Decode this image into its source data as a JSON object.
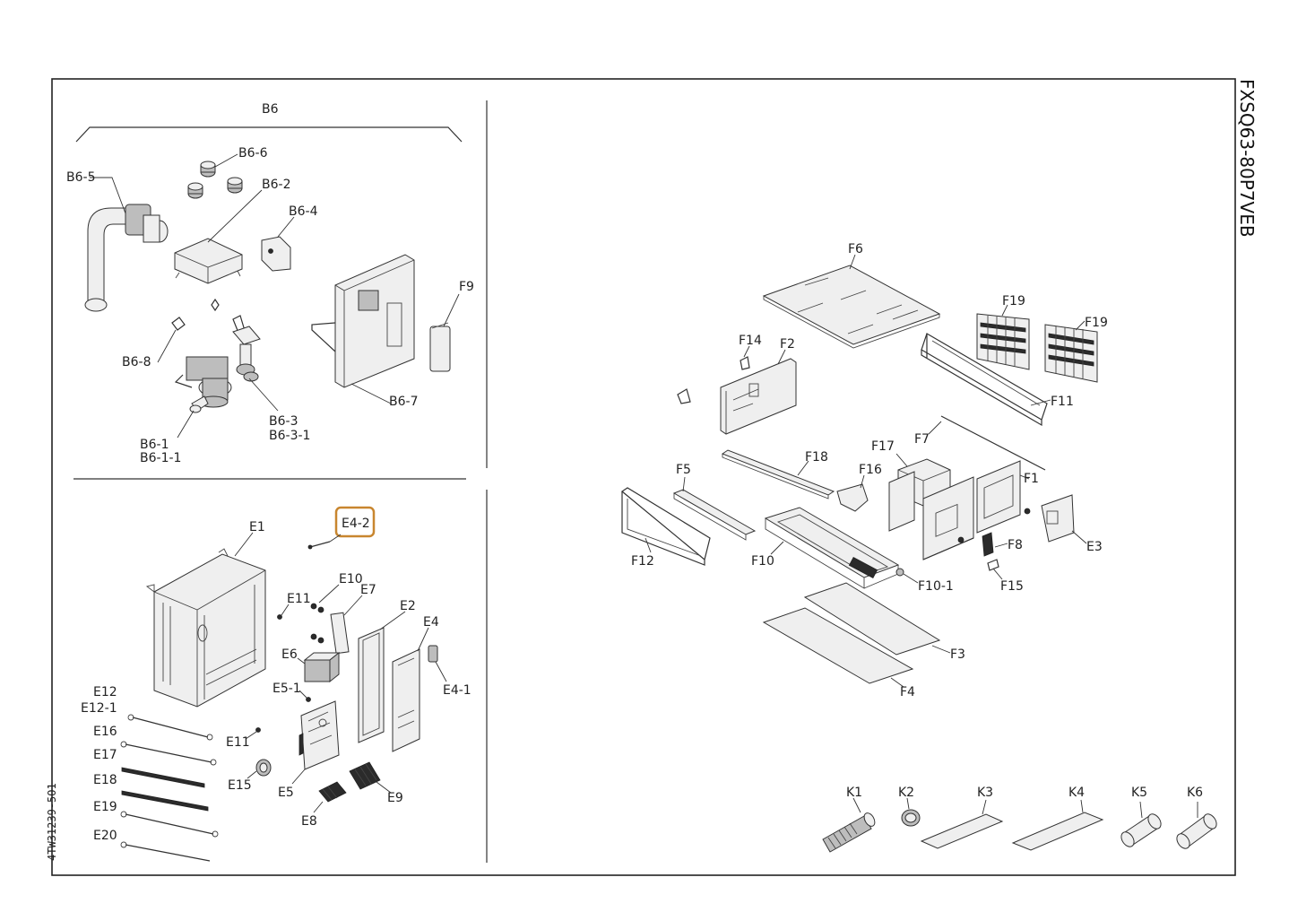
{
  "model_title": "FXSQ63-80P7VEB",
  "drawing_number": "4TW31239-5O1",
  "highlighted_label": "E4-2",
  "highlight_color": "#c8862f",
  "labels": {
    "B6": "B6",
    "B6_1": "B6-1",
    "B6_1_1": "B6-1-1",
    "B6_2": "B6-2",
    "B6_3": "B6-3",
    "B6_3_1": "B6-3-1",
    "B6_4": "B6-4",
    "B6_5": "B6-5",
    "B6_6": "B6-6",
    "B6_7": "B6-7",
    "B6_8": "B6-8",
    "F9": "F9",
    "E1": "E1",
    "E2": "E2",
    "E4": "E4",
    "E4_1": "E4-1",
    "E4_2": "E4-2",
    "E5": "E5",
    "E5_1": "E5-1",
    "E6": "E6",
    "E7": "E7",
    "E8": "E8",
    "E9": "E9",
    "E10": "E10",
    "E11_a": "E11",
    "E11_b": "E11",
    "E12": "E12",
    "E12_1": "E12-1",
    "E15": "E15",
    "E16": "E16",
    "E17": "E17",
    "E18": "E18",
    "E19": "E19",
    "E20": "E20",
    "F1": "F1",
    "F2": "F2",
    "F3": "F3",
    "F4": "F4",
    "F5": "F5",
    "F6": "F6",
    "F7": "F7",
    "F8": "F8",
    "F10": "F10",
    "F10_1": "F10-1",
    "F11": "F11",
    "F12": "F12",
    "F14": "F14",
    "F15": "F15",
    "F16": "F16",
    "F17": "F17",
    "F18": "F18",
    "F19_a": "F19",
    "F19_b": "F19",
    "E3": "E3",
    "K1": "K1",
    "K2": "K2",
    "K3": "K3",
    "K4": "K4",
    "K5": "K5",
    "K6": "K6"
  }
}
